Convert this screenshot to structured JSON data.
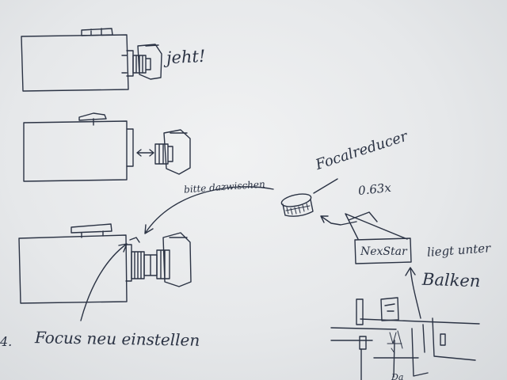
{
  "annotations": {
    "works_note": "jeht!",
    "insert_between_note": "bitte dazwischen",
    "reducer_title": "Focalreducer",
    "reducer_factor": "0.63x",
    "telescope_label": "NexStar",
    "mount_note_line1": "liegt unter",
    "mount_note_line2": "Balken",
    "step_marker": "4.",
    "focus_note": "Focus neu einstellen",
    "cut_off_text": "Da"
  }
}
